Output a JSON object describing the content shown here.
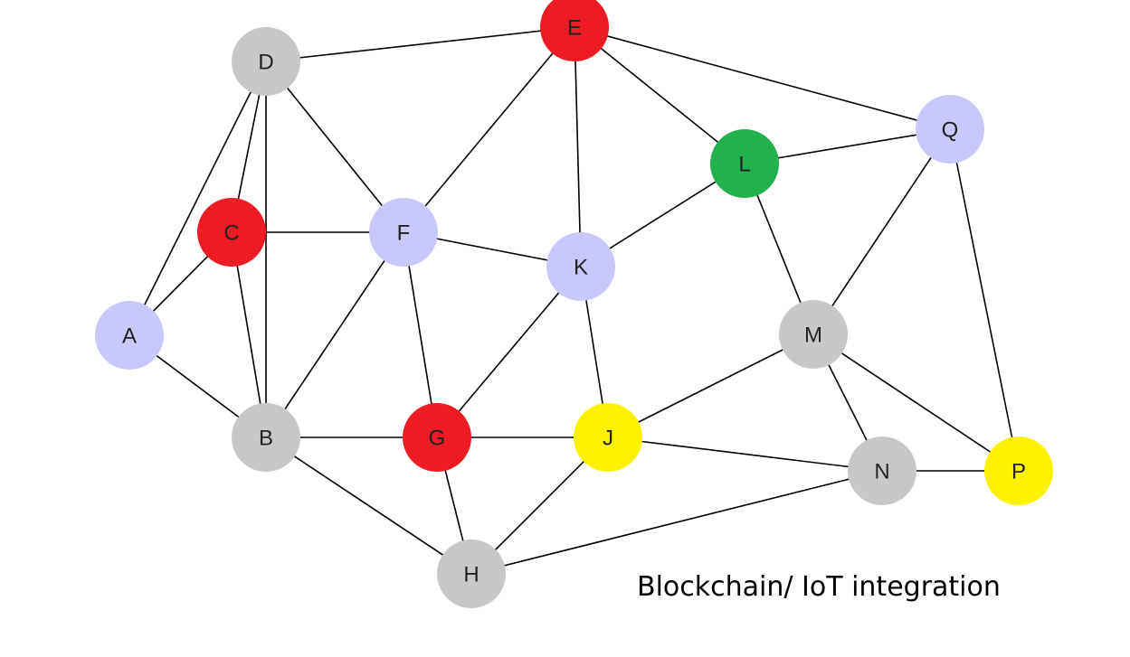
{
  "caption": "Blockchain/ IoT integration",
  "colors": {
    "red": "#ed1c24",
    "green": "#22b14c",
    "yellow": "#fff200",
    "lavender": "#c8c8fa",
    "gray": "#c8c8c8",
    "edge": "#000000"
  },
  "nodes": [
    {
      "id": "A",
      "label": "A",
      "color": "lavender"
    },
    {
      "id": "B",
      "label": "B",
      "color": "gray"
    },
    {
      "id": "C",
      "label": "C",
      "color": "red"
    },
    {
      "id": "D",
      "label": "D",
      "color": "gray"
    },
    {
      "id": "E",
      "label": "E",
      "color": "red"
    },
    {
      "id": "F",
      "label": "F",
      "color": "lavender"
    },
    {
      "id": "G",
      "label": "G",
      "color": "red"
    },
    {
      "id": "H",
      "label": "H",
      "color": "gray"
    },
    {
      "id": "J",
      "label": "J",
      "color": "yellow"
    },
    {
      "id": "K",
      "label": "K",
      "color": "lavender"
    },
    {
      "id": "L",
      "label": "L",
      "color": "green"
    },
    {
      "id": "M",
      "label": "M",
      "color": "gray"
    },
    {
      "id": "N",
      "label": "N",
      "color": "gray"
    },
    {
      "id": "P",
      "label": "P",
      "color": "yellow"
    },
    {
      "id": "Q",
      "label": "Q",
      "color": "lavender"
    }
  ],
  "edges": [
    [
      "A",
      "D"
    ],
    [
      "A",
      "C"
    ],
    [
      "A",
      "B"
    ],
    [
      "D",
      "C"
    ],
    [
      "D",
      "B"
    ],
    [
      "D",
      "F"
    ],
    [
      "D",
      "E"
    ],
    [
      "C",
      "F"
    ],
    [
      "C",
      "B"
    ],
    [
      "B",
      "F"
    ],
    [
      "B",
      "G"
    ],
    [
      "B",
      "H"
    ],
    [
      "E",
      "F"
    ],
    [
      "E",
      "K"
    ],
    [
      "E",
      "L"
    ],
    [
      "E",
      "Q"
    ],
    [
      "F",
      "K"
    ],
    [
      "F",
      "G"
    ],
    [
      "G",
      "K"
    ],
    [
      "G",
      "J"
    ],
    [
      "G",
      "H"
    ],
    [
      "K",
      "L"
    ],
    [
      "K",
      "J"
    ],
    [
      "L",
      "Q"
    ],
    [
      "L",
      "M"
    ],
    [
      "Q",
      "M"
    ],
    [
      "Q",
      "P"
    ],
    [
      "M",
      "J"
    ],
    [
      "M",
      "N"
    ],
    [
      "M",
      "P"
    ],
    [
      "J",
      "N"
    ],
    [
      "J",
      "H"
    ],
    [
      "N",
      "P"
    ],
    [
      "N",
      "H"
    ]
  ]
}
